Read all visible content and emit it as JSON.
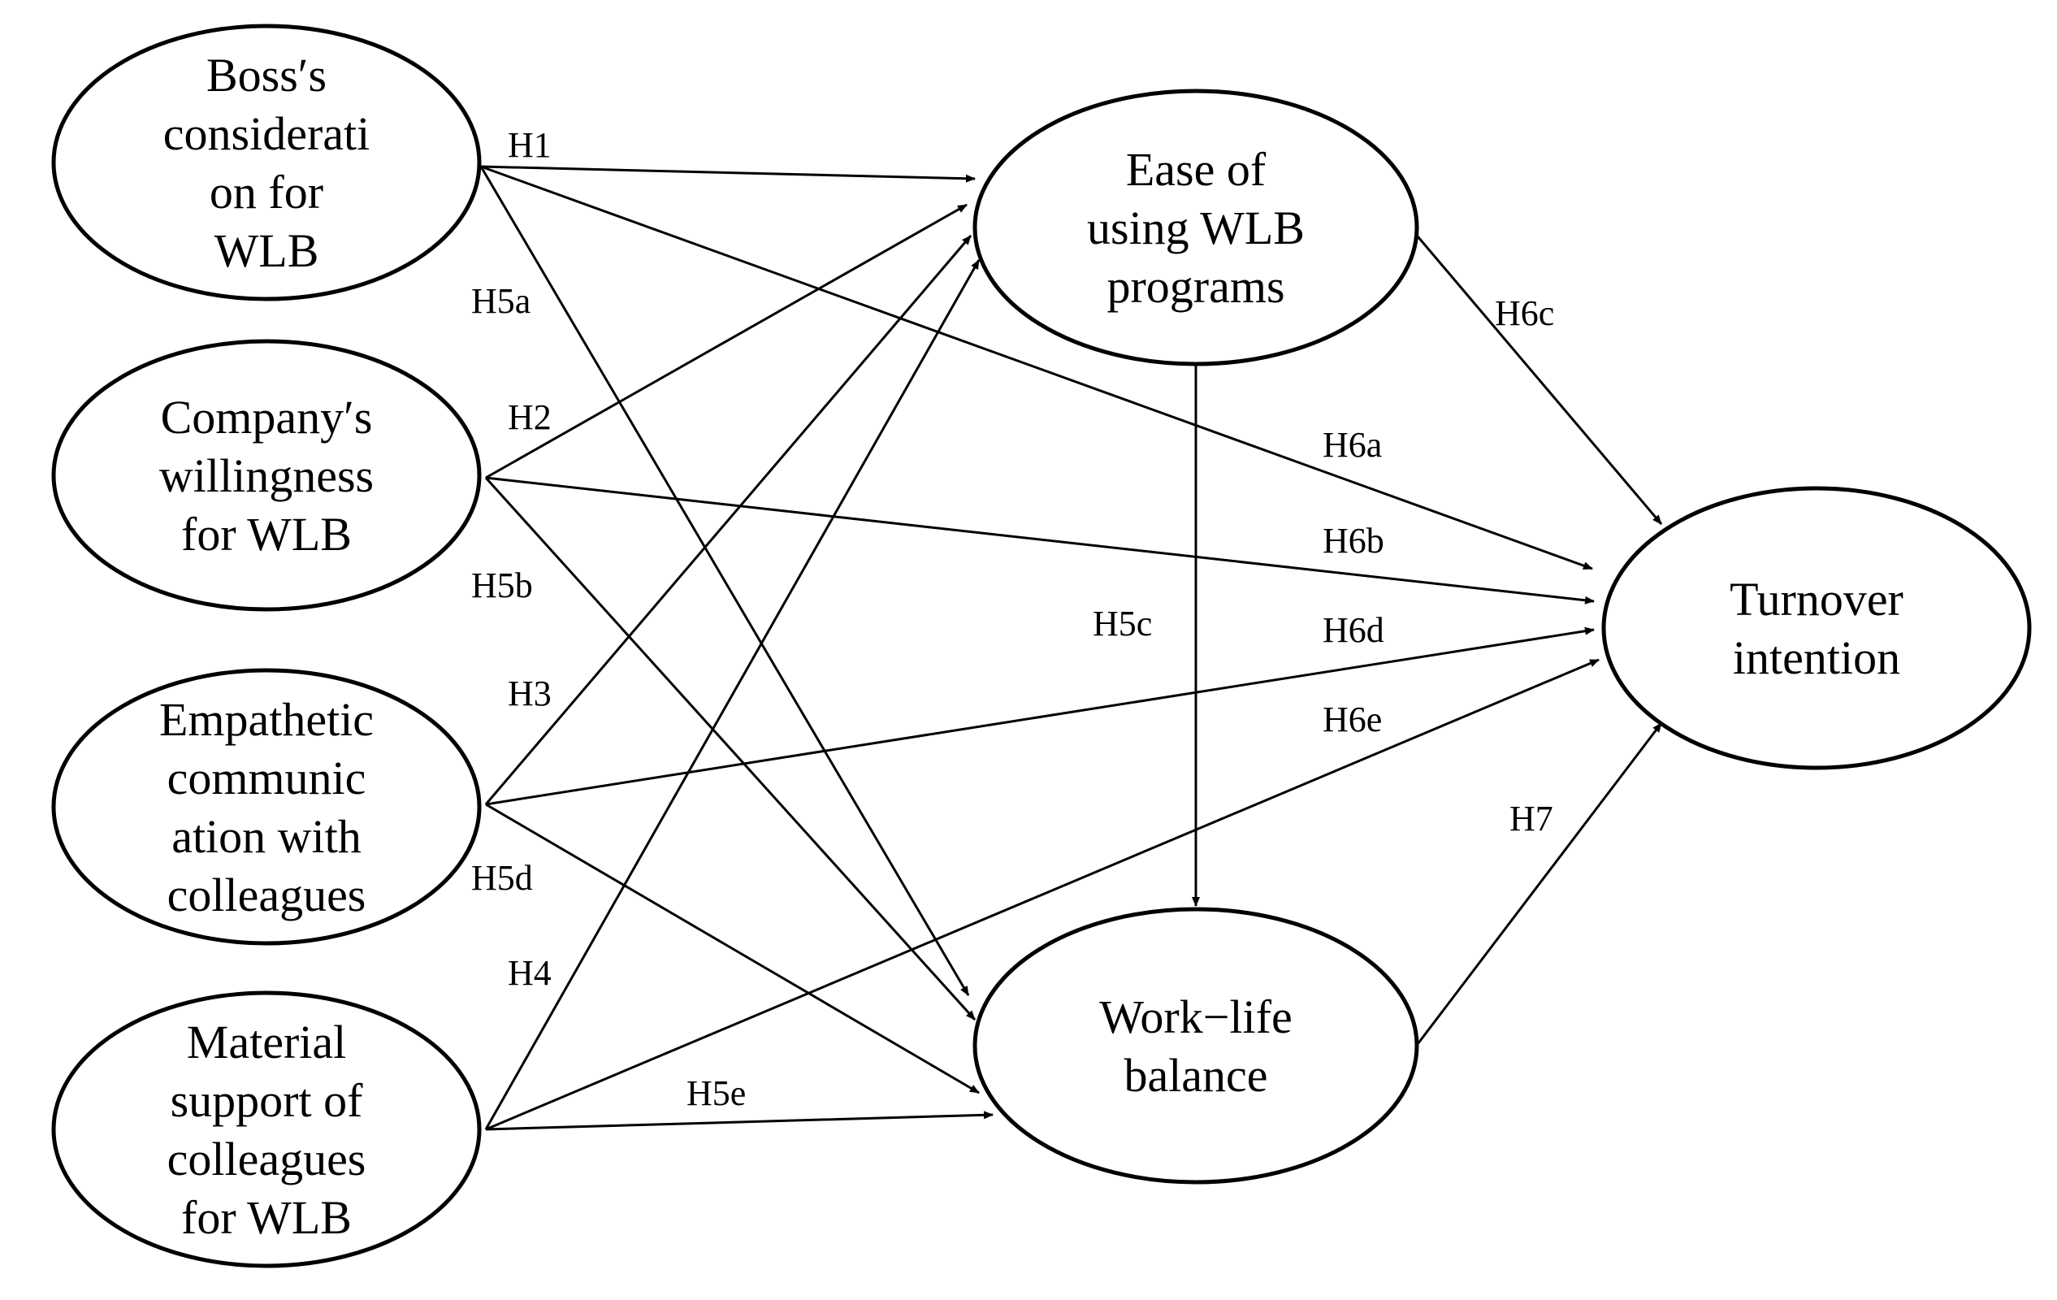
{
  "nodes": [
    {
      "id": "boss",
      "lines": [
        "Boss′s",
        "considerati",
        "on for",
        "WLB"
      ]
    },
    {
      "id": "company",
      "lines": [
        "Company′s",
        "willingness",
        "for WLB"
      ]
    },
    {
      "id": "empathetic",
      "lines": [
        "Empathetic",
        "communic",
        "ation with",
        "colleagues"
      ]
    },
    {
      "id": "material",
      "lines": [
        "Material",
        "support of",
        "colleagues",
        "for WLB"
      ]
    },
    {
      "id": "ease",
      "lines": [
        "Ease of",
        "using WLB",
        "programs"
      ]
    },
    {
      "id": "wlb",
      "lines": [
        "Work−life",
        "balance"
      ]
    },
    {
      "id": "turnover",
      "lines": [
        "Turnover",
        "intention"
      ]
    }
  ],
  "edges": [
    {
      "id": "h1",
      "from": "boss",
      "to": "ease",
      "label": "H1"
    },
    {
      "id": "h2",
      "from": "company",
      "to": "ease",
      "label": "H2"
    },
    {
      "id": "h3",
      "from": "empathetic",
      "to": "ease",
      "label": "H3"
    },
    {
      "id": "h4",
      "from": "material",
      "to": "ease",
      "label": "H4"
    },
    {
      "id": "h5a",
      "from": "boss",
      "to": "wlb",
      "label": "H5a"
    },
    {
      "id": "h5b",
      "from": "company",
      "to": "wlb",
      "label": "H5b"
    },
    {
      "id": "h5c",
      "from": "ease",
      "to": "wlb",
      "label": "H5c"
    },
    {
      "id": "h5d",
      "from": "empathetic",
      "to": "wlb",
      "label": "H5d"
    },
    {
      "id": "h5e",
      "from": "material",
      "to": "wlb",
      "label": "H5e"
    },
    {
      "id": "h6a",
      "from": "boss",
      "to": "turnover",
      "label": "H6a"
    },
    {
      "id": "h6b",
      "from": "company",
      "to": "turnover",
      "label": "H6b"
    },
    {
      "id": "h6c",
      "from": "ease",
      "to": "turnover",
      "label": "H6c"
    },
    {
      "id": "h6d",
      "from": "empathetic",
      "to": "turnover",
      "label": "H6d"
    },
    {
      "id": "h6e",
      "from": "material",
      "to": "turnover",
      "label": "H6e"
    },
    {
      "id": "h7",
      "from": "wlb",
      "to": "turnover",
      "label": "H7"
    }
  ]
}
